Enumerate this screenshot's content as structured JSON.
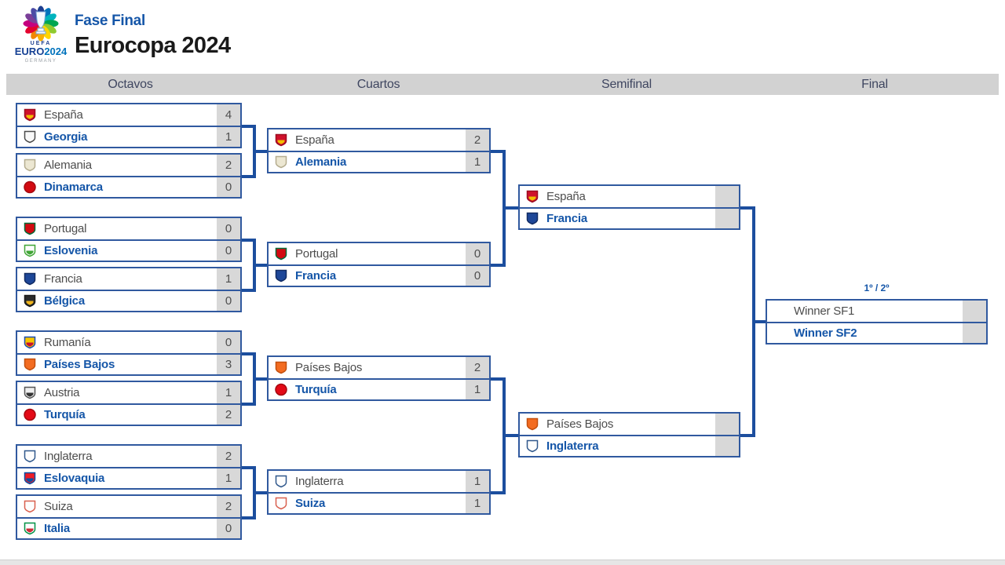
{
  "header": {
    "phase": "Fase Final",
    "title": "Eurocopa 2024",
    "logo": {
      "uefa": "UEFA",
      "euro": "EURO",
      "year": "2024",
      "country": "GERMANY"
    }
  },
  "round_headers": [
    "Octavos",
    "Cuartos",
    "Semifinal",
    "Final"
  ],
  "final_label": "1º / 2º",
  "colors": {
    "accent_blue": "#1556a8",
    "connector_blue": "#1c4e9e",
    "box_border_blue": "#30599f",
    "round_bar_bg": "#d2d2d2",
    "score_cell_bg": "#d8d8d8",
    "top_team_text": "#4d4d4d"
  },
  "crests": {
    "esp": {
      "bg": "#d0112b",
      "border": "#9b0c20",
      "accent": "#f1bf00"
    },
    "geo": {
      "bg": "#f8f8f8",
      "border": "#4a4a4a"
    },
    "ger": {
      "bg": "#ece7d2",
      "border": "#b5ad8f"
    },
    "den": {
      "bg": "#d20a11",
      "border": "#a50910",
      "shape": "circle"
    },
    "por": {
      "bg": "#d20a11",
      "border": "#046a38"
    },
    "svn": {
      "bg": "#fdfdfd",
      "border": "#3fa535",
      "accent": "#3fa535"
    },
    "fra": {
      "bg": "#1e4798",
      "border": "#122c63"
    },
    "bel": {
      "bg": "#2b2b2b",
      "border": "#1a1a1a",
      "accent": "#f0b51c"
    },
    "rou": {
      "bg": "#f6c500",
      "border": "#1b4db3",
      "accent": "#c8102e"
    },
    "ned": {
      "bg": "#f36c21",
      "border": "#c24f0e"
    },
    "aut": {
      "bg": "#efefef",
      "border": "#555555",
      "accent": "#333333"
    },
    "tur": {
      "bg": "#e30a17",
      "border": "#a50910",
      "shape": "circle"
    },
    "eng": {
      "bg": "#fdfdfd",
      "border": "#30588c"
    },
    "svk": {
      "bg": "#ee1c25",
      "border": "#0b4ea2",
      "accent": "#0b4ea2"
    },
    "sui": {
      "bg": "#fdfdfd",
      "border": "#d9604f"
    },
    "ita": {
      "bg": "#fdfdfd",
      "border": "#009246",
      "accent": "#ce2b37"
    }
  },
  "rounds": {
    "octavos": [
      {
        "home": {
          "name": "España",
          "score": "4",
          "crest": "esp"
        },
        "away": {
          "name": "Georgia",
          "score": "1",
          "crest": "geo"
        }
      },
      {
        "home": {
          "name": "Alemania",
          "score": "2",
          "crest": "ger"
        },
        "away": {
          "name": "Dinamarca",
          "score": "0",
          "crest": "den"
        }
      },
      {
        "home": {
          "name": "Portugal",
          "score": "0",
          "crest": "por"
        },
        "away": {
          "name": "Eslovenia",
          "score": "0",
          "crest": "svn"
        }
      },
      {
        "home": {
          "name": "Francia",
          "score": "1",
          "crest": "fra"
        },
        "away": {
          "name": "Bélgica",
          "score": "0",
          "crest": "bel"
        }
      },
      {
        "home": {
          "name": "Rumanía",
          "score": "0",
          "crest": "rou"
        },
        "away": {
          "name": "Países Bajos",
          "score": "3",
          "crest": "ned"
        }
      },
      {
        "home": {
          "name": "Austria",
          "score": "1",
          "crest": "aut"
        },
        "away": {
          "name": "Turquía",
          "score": "2",
          "crest": "tur"
        }
      },
      {
        "home": {
          "name": "Inglaterra",
          "score": "2",
          "crest": "eng"
        },
        "away": {
          "name": "Eslovaquia",
          "score": "1",
          "crest": "svk"
        }
      },
      {
        "home": {
          "name": "Suiza",
          "score": "2",
          "crest": "sui"
        },
        "away": {
          "name": "Italia",
          "score": "0",
          "crest": "ita"
        }
      }
    ],
    "cuartos": [
      {
        "home": {
          "name": "España",
          "score": "2",
          "crest": "esp"
        },
        "away": {
          "name": "Alemania",
          "score": "1",
          "crest": "ger"
        }
      },
      {
        "home": {
          "name": "Portugal",
          "score": "0",
          "crest": "por"
        },
        "away": {
          "name": "Francia",
          "score": "0",
          "crest": "fra"
        }
      },
      {
        "home": {
          "name": "Países Bajos",
          "score": "2",
          "crest": "ned"
        },
        "away": {
          "name": "Turquía",
          "score": "1",
          "crest": "tur"
        }
      },
      {
        "home": {
          "name": "Inglaterra",
          "score": "1",
          "crest": "eng"
        },
        "away": {
          "name": "Suiza",
          "score": "1",
          "crest": "sui"
        }
      }
    ],
    "semifinal": [
      {
        "home": {
          "name": "España",
          "score": "",
          "crest": "esp"
        },
        "away": {
          "name": "Francia",
          "score": "",
          "crest": "fra"
        }
      },
      {
        "home": {
          "name": "Países Bajos",
          "score": "",
          "crest": "ned"
        },
        "away": {
          "name": "Inglaterra",
          "score": "",
          "crest": "eng"
        }
      }
    ],
    "final": [
      {
        "home": {
          "name": "Winner SF1",
          "score": ""
        },
        "away": {
          "name": "Winner SF2",
          "score": ""
        }
      }
    ]
  }
}
